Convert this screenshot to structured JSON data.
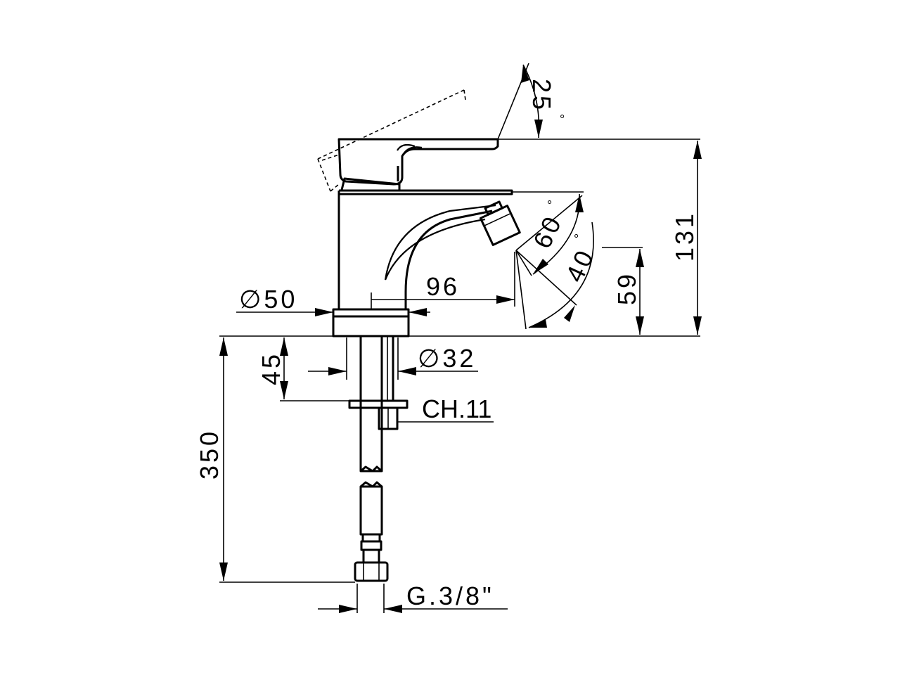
{
  "dimensions": {
    "lever_angle": "25",
    "lever_angle_unit": "°",
    "height_total": "131",
    "spout_height": "59",
    "spout_angle_a": "60",
    "spout_angle_a_unit": "°",
    "spout_angle_b": "40",
    "spout_angle_b_unit": "°",
    "spout_reach": "96",
    "base_diameter": "∅50",
    "hole_diameter": "∅32",
    "max_deck_thickness": "45",
    "hose_length": "350",
    "nut_wrench_size": "CH.11",
    "hose_thread": "G.3/8\""
  }
}
